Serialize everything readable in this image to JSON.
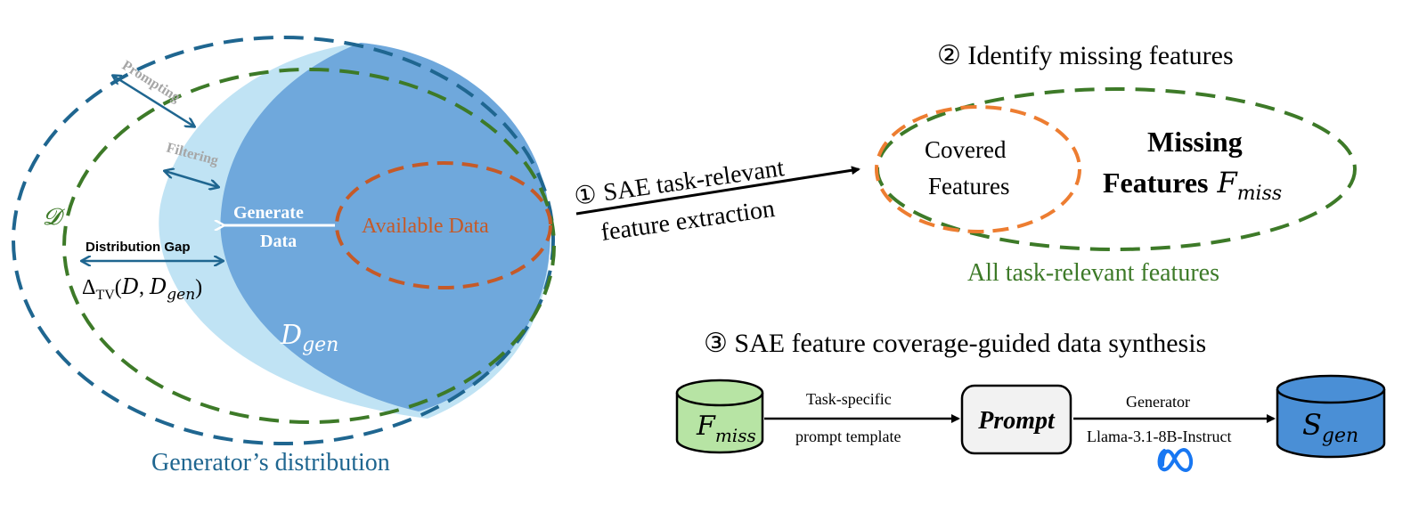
{
  "left_diagram": {
    "prompting_label": "Prompting",
    "filtering_label": "Filtering",
    "d_symbol": "𝓓",
    "generate_label_1": "Generate",
    "generate_label_2": "Data",
    "available_data_label": "Available Data",
    "distribution_gap_label": "Distribution Gap",
    "tv_delta": "Δ",
    "tv_sub": "TV",
    "tv_args_open": "(",
    "tv_D": "D",
    "tv_comma": ", ",
    "tv_Dgen_D": "D",
    "tv_Dgen_sub": "gen",
    "tv_args_close": ")",
    "dgen_D": "D",
    "dgen_sub": "gen",
    "generator_distribution_label": "Generator’s distribution"
  },
  "step1": {
    "number": "①",
    "line1": "SAE task-relevant",
    "line2": "feature extraction"
  },
  "step2": {
    "title": "② Identify missing features",
    "covered_line1": "Covered",
    "covered_line2": "Features",
    "missing_line1": "Missing",
    "missing_line2": "Features",
    "missing_F": "F",
    "missing_sub": "miss",
    "all_features_label": "All task-relevant features"
  },
  "step3": {
    "title": "③ SAE feature coverage-guided data synthesis",
    "fmiss_F": "F",
    "fmiss_sub": "miss",
    "template_line1": "Task-specific",
    "template_line2": "prompt template",
    "prompt_label": "Prompt",
    "generator_line1": "Generator",
    "generator_line2": "Llama-3.1-8B-Instruct",
    "meta_logo": "meta-logo",
    "sgen_S": "S",
    "sgen_sub": "gen"
  },
  "colors": {
    "teal_blue": "#1f6690",
    "green": "#3d7a28",
    "orange": "#c55a28",
    "light_blue": "#c0e3f4",
    "mid_blue": "#6fa8dc",
    "gray": "#a6a6a6",
    "cyl_green": "#b7e4a4",
    "cyl_blue": "#4a8fd6"
  }
}
